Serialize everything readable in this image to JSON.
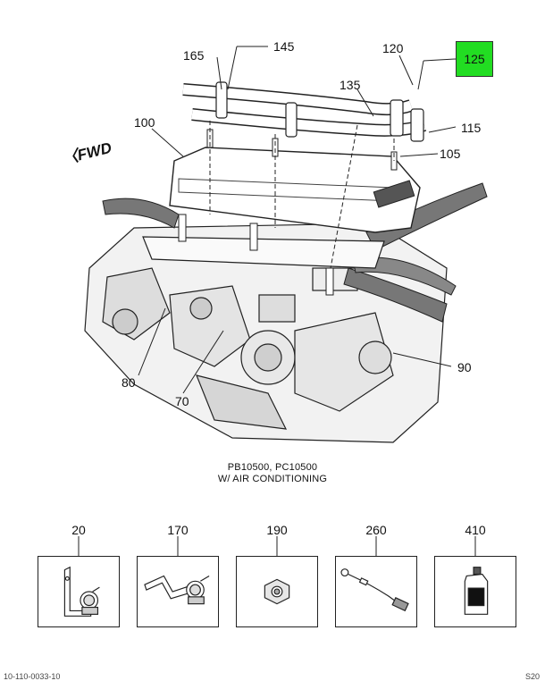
{
  "callouts": {
    "c145": "145",
    "c165": "165",
    "c120": "120",
    "c125": "125",
    "c135": "135",
    "c100": "100",
    "c115": "115",
    "c105": "105",
    "c90": "90",
    "c80": "80",
    "c70": "70"
  },
  "fwd_label": "FWD",
  "caption": {
    "line1": "PB10500, PC10500",
    "line2": "W/ AIR CONDITIONING"
  },
  "parts": [
    {
      "number": "20",
      "icon": "bracket-clamp-icon"
    },
    {
      "number": "170",
      "icon": "bent-bracket-clamp-icon"
    },
    {
      "number": "190",
      "icon": "hex-nut-icon"
    },
    {
      "number": "260",
      "icon": "ground-cable-icon"
    },
    {
      "number": "410",
      "icon": "fluid-bottle-icon"
    }
  ],
  "footer": {
    "left": "10-110-0033-10",
    "right": "S20"
  },
  "colors": {
    "highlight": "#22dd22",
    "line": "#222222"
  }
}
